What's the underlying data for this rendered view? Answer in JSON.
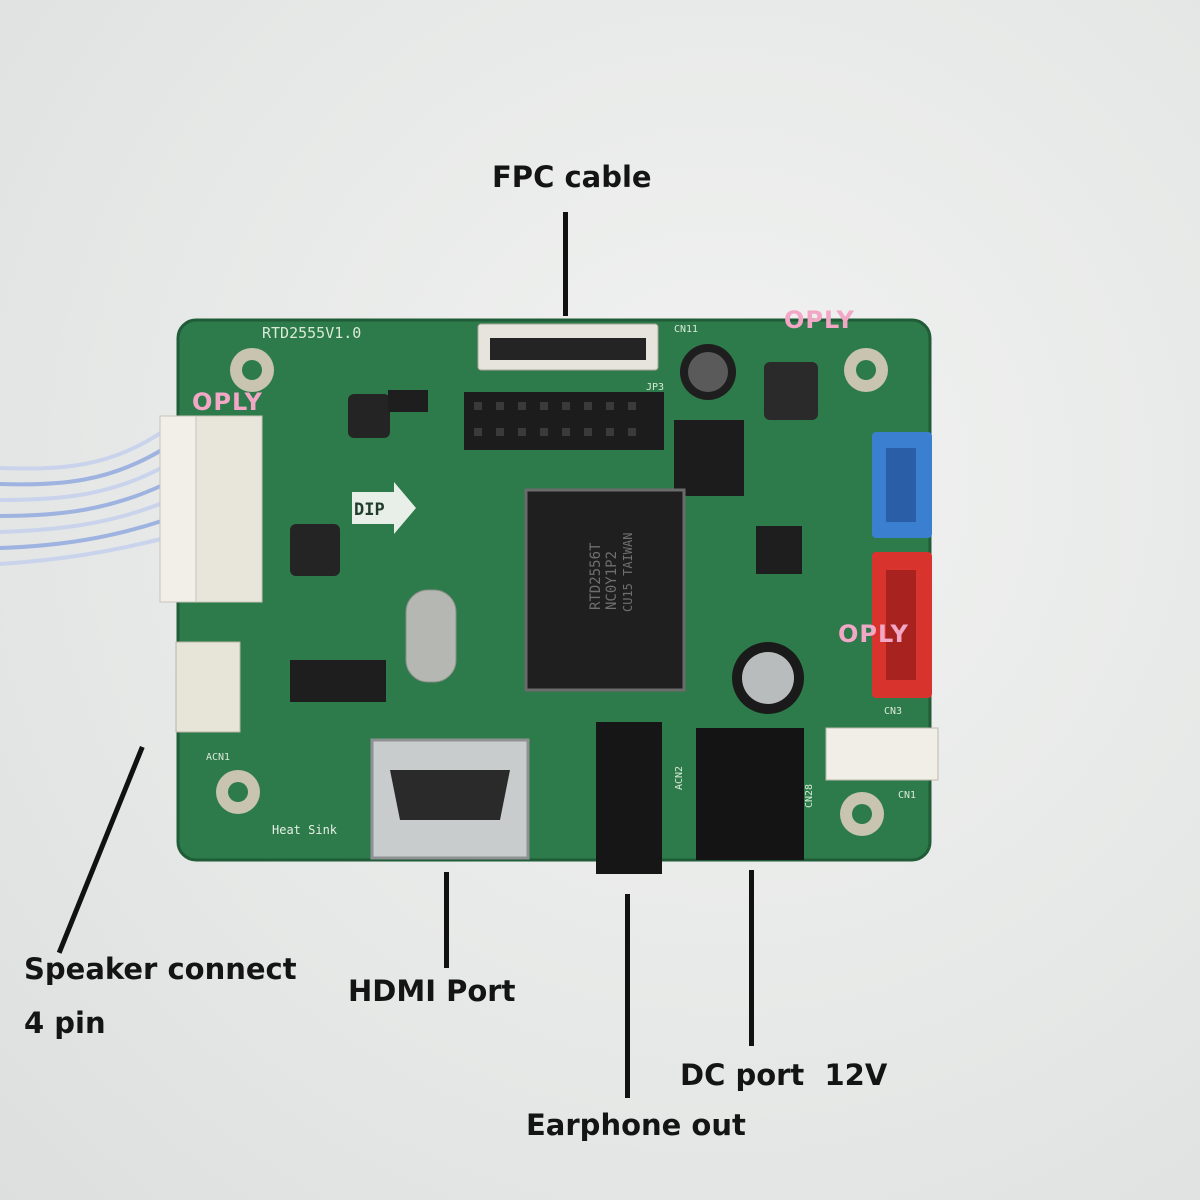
{
  "board": {
    "model_label": "RTD2555V1.0",
    "chip_text": [
      "RTD2556T",
      "NC0Y1P2",
      "CU15 TAIWAN"
    ],
    "dip_label": "DIP",
    "heat_sink_label": "Heat Sink",
    "connector_labels": {
      "cn11": "CN11",
      "jp3": "JP3",
      "cn1": "CN1",
      "cn3": "CN3",
      "acn1": "ACN1",
      "acn2": "ACN2",
      "cn28": "CN28"
    },
    "colors": {
      "pcb": "#2d7a4a",
      "blue_connector": "#3a7fd0",
      "red_connector": "#d9332e",
      "watermark": "#f3a7c6"
    }
  },
  "watermarks": [
    "OPLY",
    "OPLY",
    "OPLY"
  ],
  "callouts": {
    "fpc": "FPC cable",
    "speaker_line1": "Speaker connect",
    "speaker_line2": "4 pin",
    "hdmi": "HDMI Port",
    "earphone": "Earphone out",
    "dc": "DC port  12V"
  }
}
